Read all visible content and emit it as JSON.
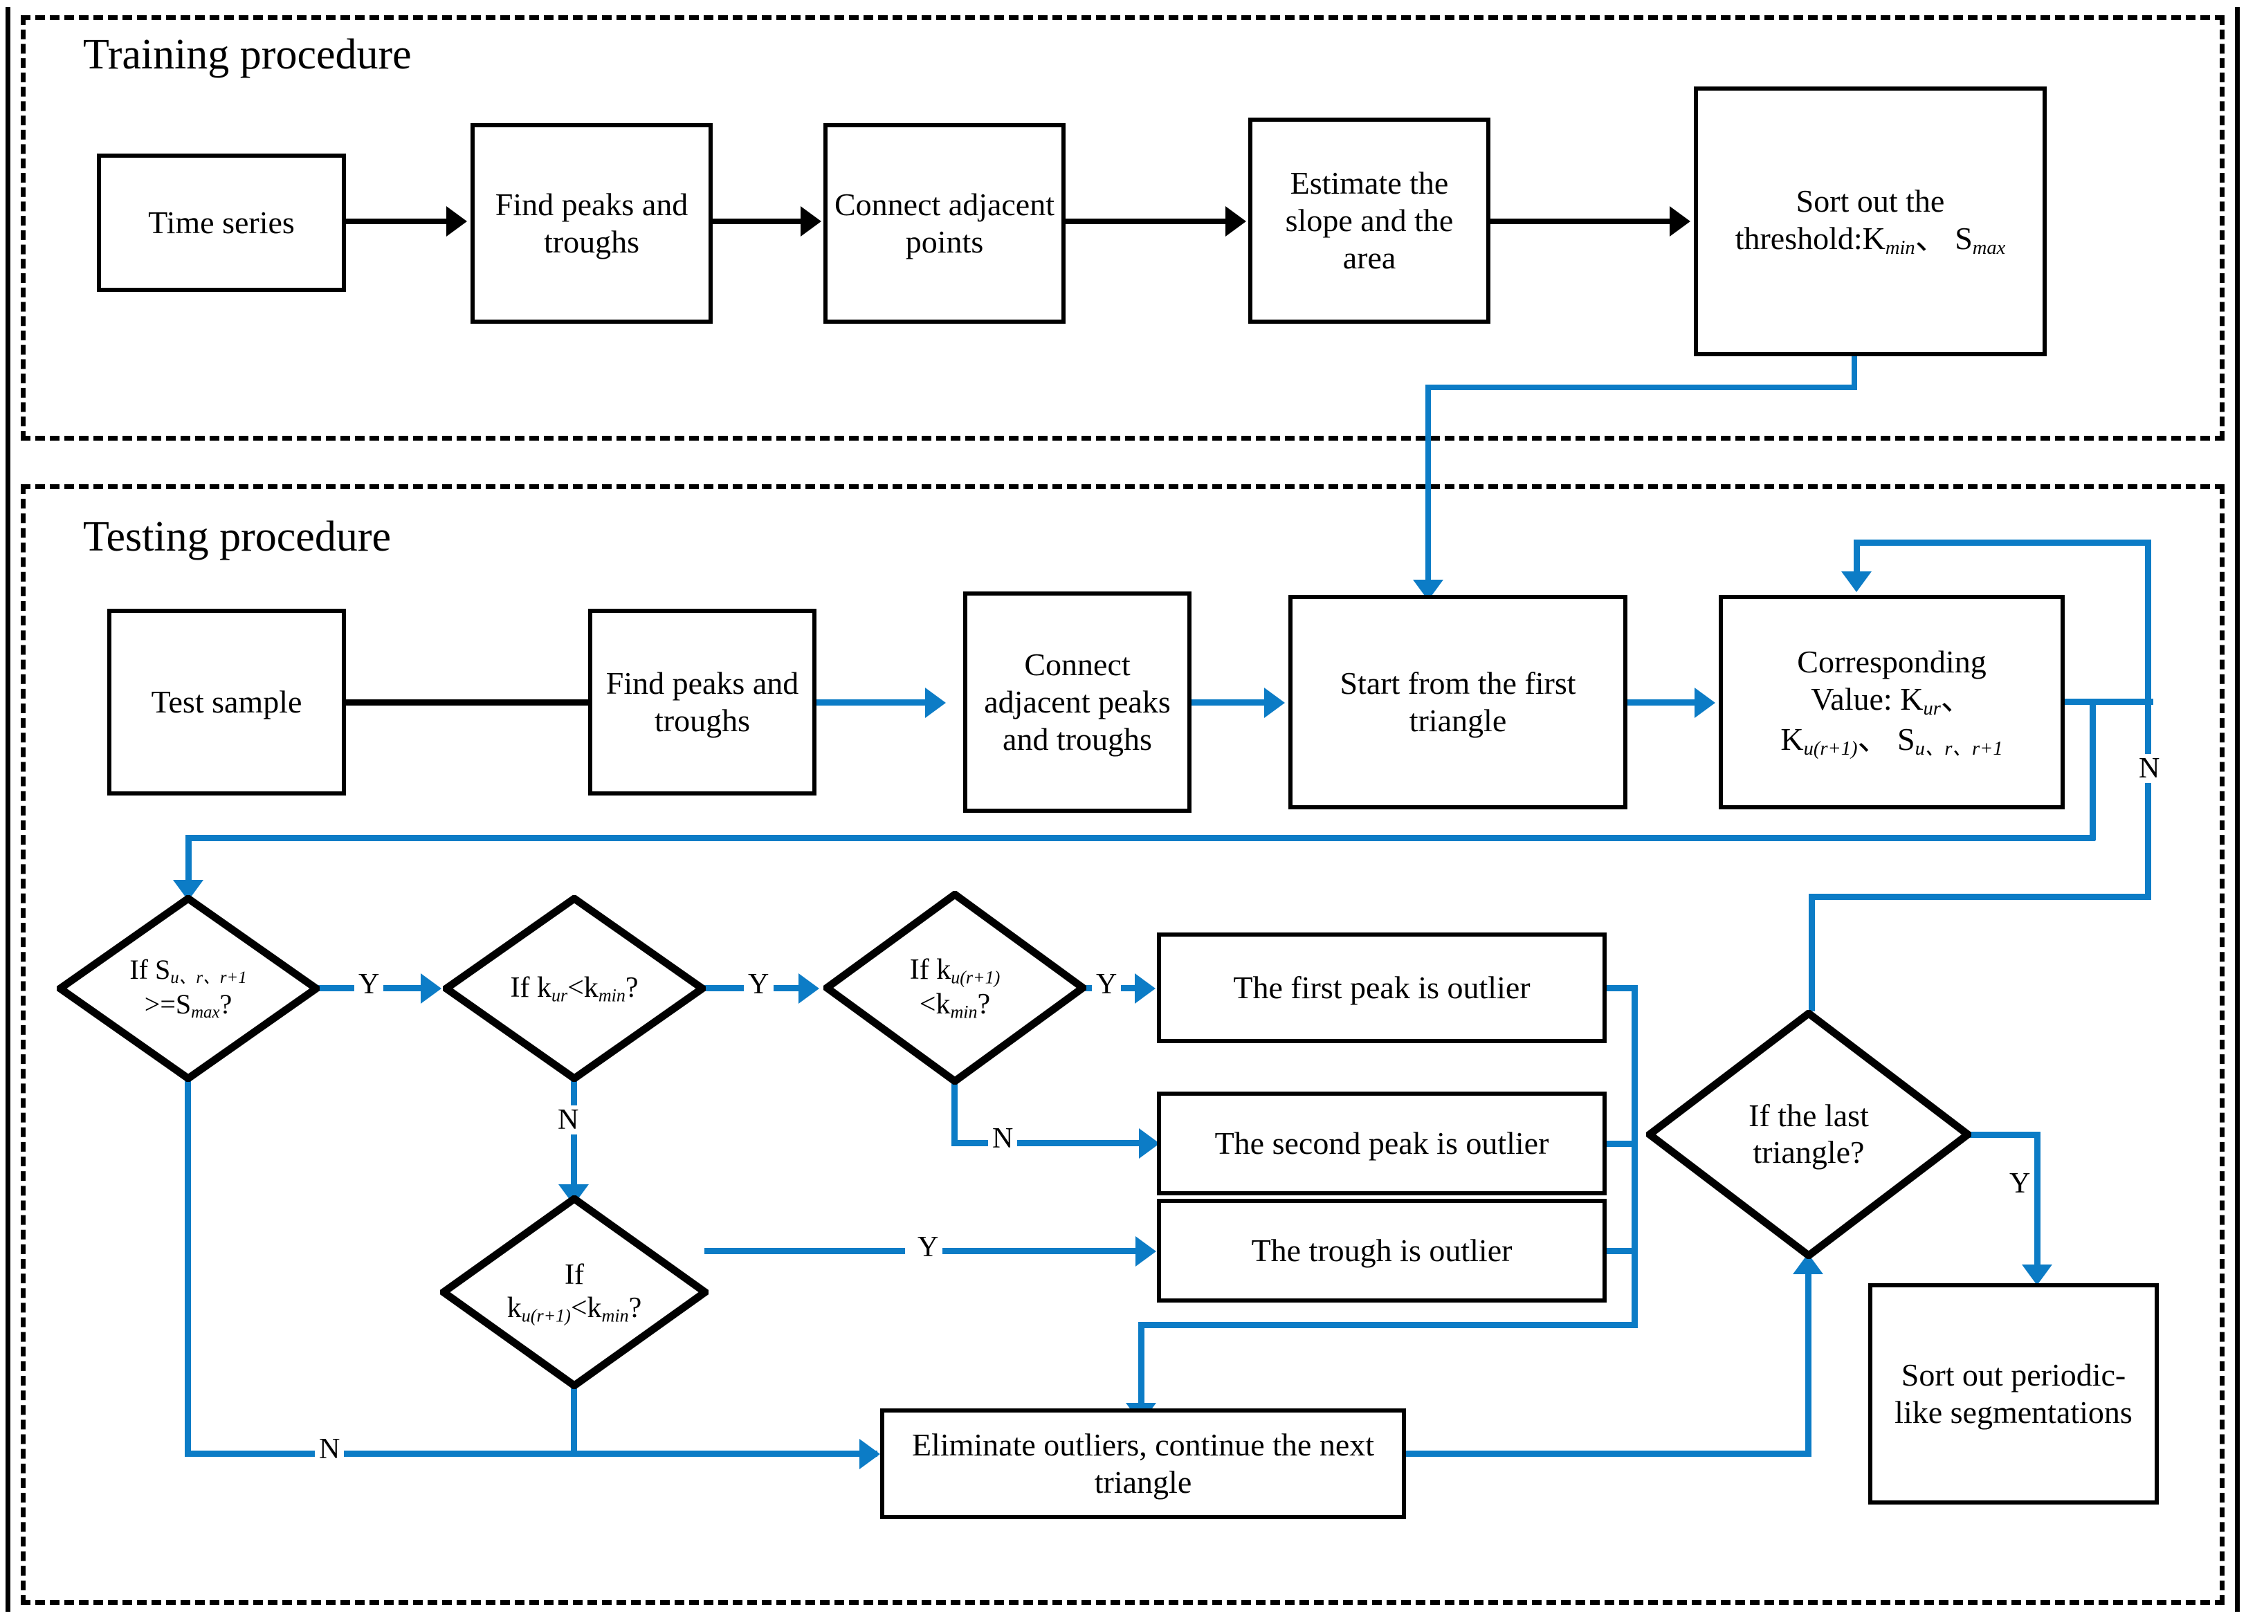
{
  "diagram": {
    "title": "Periodic-like segmentation training and testing flowchart",
    "accent_color": "#0C7CC6",
    "line_color": "#000000",
    "background": "#FFFFFF"
  },
  "sections": {
    "training": {
      "title": "Training procedure"
    },
    "testing": {
      "title": "Testing procedure"
    }
  },
  "training_nodes": {
    "time_series": "Time series",
    "find_peaks": "Find peaks and troughs",
    "connect_points": "Connect adjacent points",
    "estimate": "Estimate the slope and the area",
    "sort_threshold_l1": "Sort out the",
    "sort_threshold_l2": "threshold:K",
    "sort_threshold_sub1": "min",
    "sort_threshold_mid": "、 S",
    "sort_threshold_sub2": "max"
  },
  "testing_nodes": {
    "test_sample": "Test sample",
    "find_peaks": "Find peaks and troughs",
    "connect_peaks": "Connect adjacent peaks and troughs",
    "start_first_triangle": "Start from the first triangle",
    "corresponding_l1": "Corresponding",
    "corresponding_l2a": "Value: K",
    "corresponding_l2sub": "ur",
    "corresponding_l2b": "、",
    "corresponding_l3a": "K",
    "corresponding_l3sub1": "u(r+1)",
    "corresponding_l3b": "、 S",
    "corresponding_l3sub2": "u、r、r+1",
    "first_peak_outlier": "The first peak is outlier",
    "second_peak_outlier": "The second peak is outlier",
    "trough_outlier": "The trough is outlier",
    "eliminate_outliers": "Eliminate outliers, continue the next triangle",
    "sort_periodic": "Sort out periodic-like segmentations"
  },
  "decisions": {
    "d1": {
      "l1a": "If S",
      "l1sub": "u、r、r+1",
      "l2a": ">=S",
      "l2sub": "max",
      "l2b": "?"
    },
    "d2": {
      "a": "If k",
      "sub1": "ur",
      "b": "<k",
      "sub2": "min",
      "c": "?"
    },
    "d3": {
      "l1a": "If k",
      "l1sub": "u(r+1)",
      "l2a": "<k",
      "l2sub": "min",
      "l2b": "?"
    },
    "d4": {
      "l1": "If",
      "l2a": "k",
      "l2sub1": "u(r+1)",
      "l2b": "<k",
      "l2sub2": "min",
      "l2c": "?"
    },
    "d5": {
      "l1": "If the last",
      "l2": "triangle?"
    }
  },
  "edge_labels": {
    "y1": "Y",
    "y2": "Y",
    "y3": "Y",
    "y4": "Y",
    "y5": "Y",
    "n1": "N",
    "n2": "N",
    "n3": "N",
    "n4": "N"
  }
}
